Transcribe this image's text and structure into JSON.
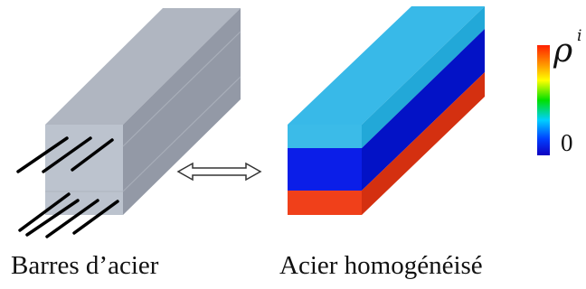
{
  "left_block": {
    "caption": "Barres d’acier",
    "front_color": "#bcc3ce",
    "top_color": "#b0b6c1",
    "side_color": "#9399a6",
    "bar_color": "#000000"
  },
  "arrow": {
    "meaning": "equivalence",
    "stroke": "#333333"
  },
  "right_block": {
    "caption": "Acier homogénéisé",
    "layers": [
      {
        "name": "top-layer",
        "front": "#3bbbe8",
        "side": "#22a8d8"
      },
      {
        "name": "middle-layer",
        "front": "#0b1ee8",
        "side": "#0312c6"
      },
      {
        "name": "bottom-layer",
        "front": "#f0401a",
        "side": "#d43010"
      }
    ],
    "top_face_color": "#38b9e8"
  },
  "legend": {
    "symbol": "ρ",
    "superscript": "i",
    "min_label": "0",
    "gradient": [
      "#ff2000",
      "#ff9900",
      "#ffff00",
      "#00e000",
      "#00d0ff",
      "#0040ff",
      "#1000c0"
    ]
  }
}
